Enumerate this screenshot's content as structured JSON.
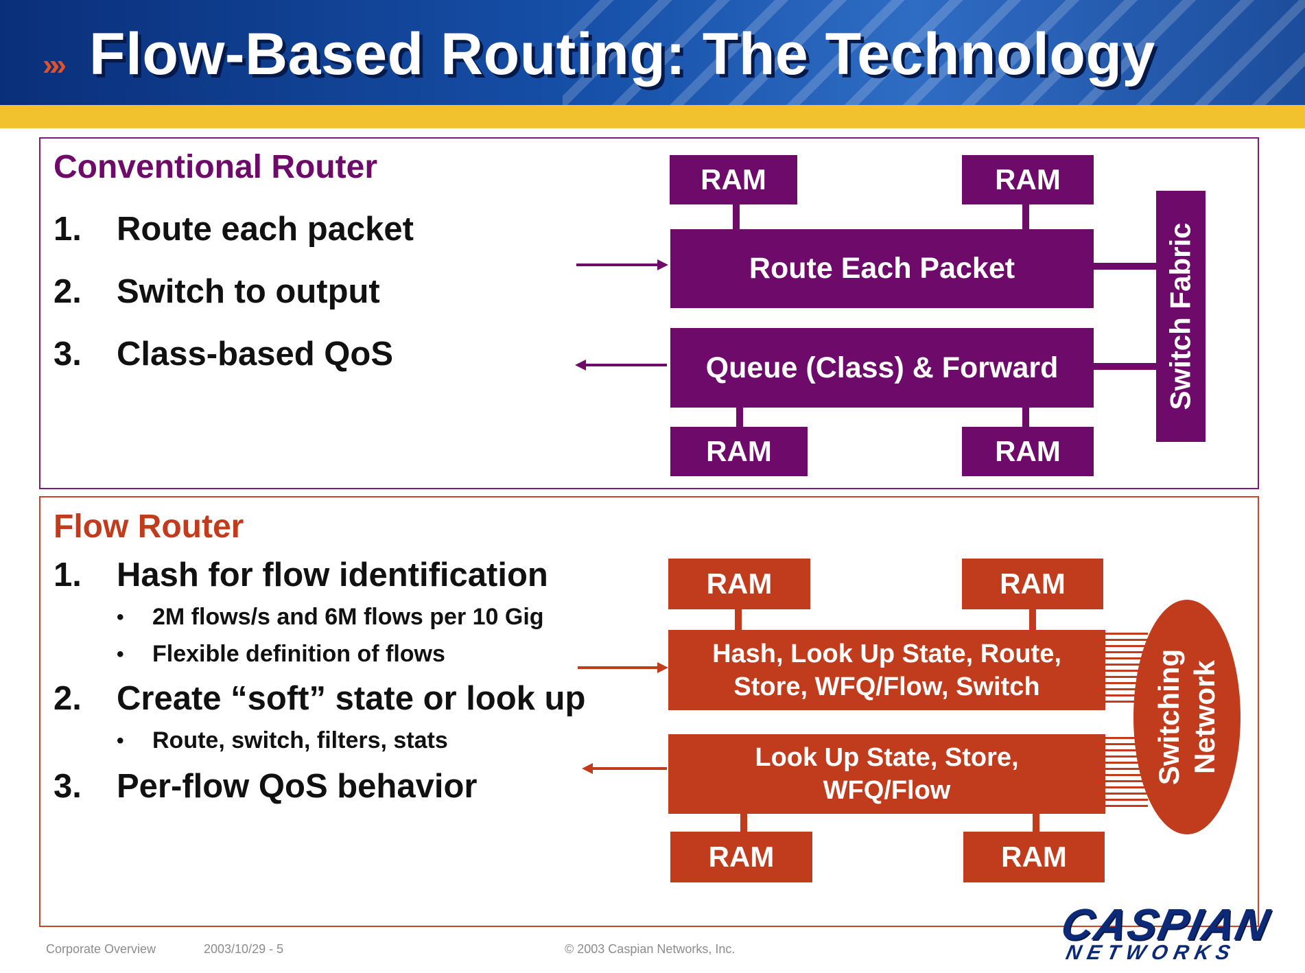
{
  "slide": {
    "title": "Flow-Based Routing: The Technology",
    "title_bullet_icon": "double-chevron-right-icon"
  },
  "conventional": {
    "heading": "Conventional Router",
    "items": [
      {
        "num": "1.",
        "text": "Route each packet"
      },
      {
        "num": "2.",
        "text": "Switch to output"
      },
      {
        "num": "3.",
        "text": "Class-based QoS"
      }
    ],
    "diagram": {
      "ram_labels": [
        "RAM",
        "RAM",
        "RAM",
        "RAM"
      ],
      "route_box": "Route Each Packet",
      "queue_box": "Queue (Class) & Forward",
      "fabric": "Switch Fabric"
    }
  },
  "flow": {
    "heading": "Flow Router",
    "items": [
      {
        "num": "1.",
        "text": "Hash for flow identification",
        "subs": [
          "2M flows/s and 6M flows per 10 Gig",
          "Flexible definition of flows"
        ]
      },
      {
        "num": "2.",
        "text": "Create “soft” state or look up",
        "subs": [
          "Route, switch, filters, stats"
        ]
      },
      {
        "num": "3.",
        "text": "Per-flow QoS behavior",
        "subs": []
      }
    ],
    "sub_bullet": "•",
    "diagram": {
      "ram_labels": [
        "RAM",
        "RAM",
        "RAM",
        "RAM"
      ],
      "hash_box_line1": "Hash, Look Up State, Route,",
      "hash_box_line2": "Store, WFQ/Flow, Switch",
      "lookup_box_line1": "Look Up State, Store,",
      "lookup_box_line2": "WFQ/Flow",
      "network_line1": "Switching",
      "network_line2": "Network"
    }
  },
  "footer": {
    "left": "Corporate Overview",
    "date": "2003/10/29 - 5",
    "copyright": "© 2003 Caspian Networks, Inc."
  },
  "logo": {
    "line1": "CASPIAN",
    "line2": "NETWORKS"
  },
  "colors": {
    "purple": "#6e0a6a",
    "orange": "#c13c1c",
    "header_blue": "#0a2f7a",
    "gold": "#f2c22e"
  }
}
